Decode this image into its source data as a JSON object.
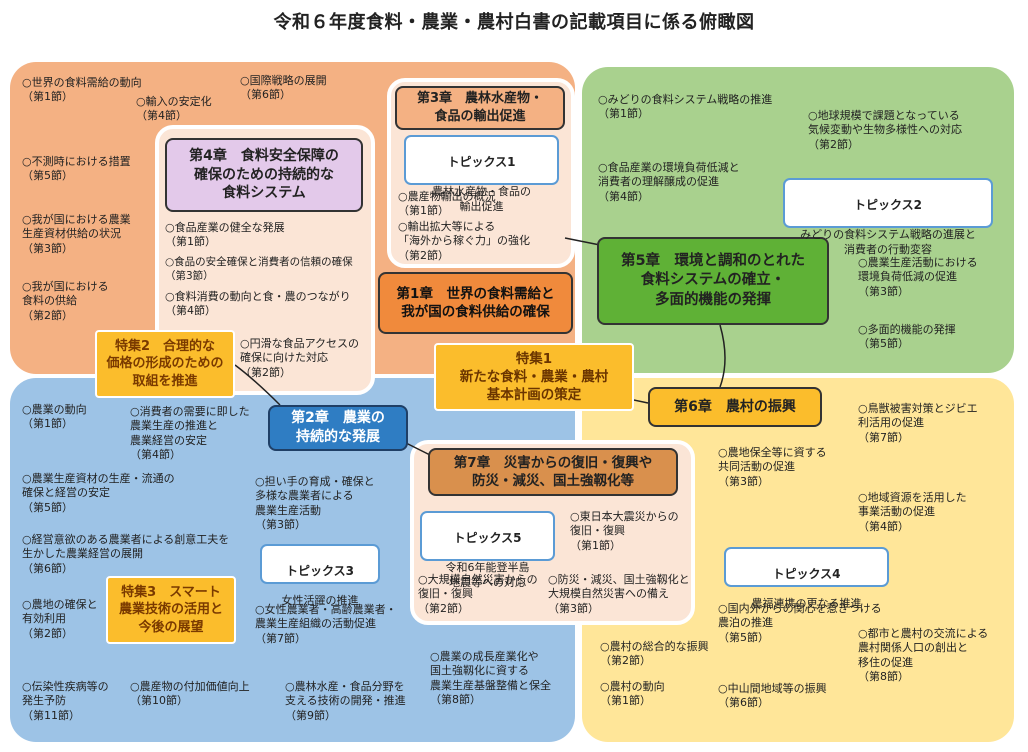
{
  "title": "令和６年度食料・農業・農村白書の記載項目に係る俯瞰図",
  "chapters": {
    "ch1": "第1章　世界の食料需給と\n我が国の食料供給の確保",
    "ch2": "第2章　農業の\n持続的な発展",
    "ch3": "第3章　農林水産物・\n食品の輸出促進",
    "ch4": "第4章　食料安全保障の\n確保のための持続的な\n食料システム",
    "ch5": "第5章　環境と調和のとれた\n食料システムの確立・\n多面的機能の発揮",
    "ch6": "第6章　農村の振興",
    "ch7": "第7章　災害からの復旧・復興や\n防災・減災、国土強靱化等"
  },
  "specials": {
    "sp1": "特集1\n新たな食料・農業・農村\n基本計画の策定",
    "sp2": "特集2　合理的な\n価格の形成のための\n取組を推進",
    "sp3": "特集3　スマート\n農業技術の活用と\n今後の展望"
  },
  "topics": {
    "tp1": {
      "title": "トピックス1",
      "body": "農林水産物・食品の\n輸出促進"
    },
    "tp2": {
      "title": "トピックス2",
      "body": "みどりの食料システム戦略の進展と\n消費者の行動変容"
    },
    "tp3": {
      "title": "トピックス3",
      "body": "女性活躍の推進"
    },
    "tp4": {
      "title": "トピックス4",
      "body": "農福連携の更なる推進"
    },
    "tp5": {
      "title": "トピックス5",
      "body": "令和6年能登半島\n地震等への対応"
    }
  },
  "items": {
    "c1_1": "○世界の食料需給の動向\n（第1節）",
    "c1_2": "○輸入の安定化\n（第4節）",
    "c1_3": "○国際戦略の展開\n（第6節）",
    "c1_4": "○不測時における措置\n（第5節）",
    "c1_5": "○我が国における農業\n生産資材供給の状況\n（第3節）",
    "c1_6": "○我が国における\n食料の供給\n（第2節）",
    "c3_1": "○農産物輸出の概況\n（第1節）",
    "c3_2": "○輸出拡大等による\n「海外から稼ぐ力」の強化\n（第2節）",
    "c4_1": "○食品産業の健全な発展\n（第1節）",
    "c4_2": "○食品の安全確保と消費者の信頼の確保\n（第3節）",
    "c4_3": "○食料消費の動向と食・農のつながり\n（第4節）",
    "c4_4": "○円滑な食品アクセスの\n確保に向けた対応\n（第2節）",
    "c5_1": "○みどりの食料システム戦略の推進\n（第1節）",
    "c5_2": "○地球規模で課題となっている\n気候変動や生物多様性への対応\n（第2節）",
    "c5_3": "○食品産業の環境負荷低減と\n消費者の理解醸成の促進\n（第4節）",
    "c5_4": "○農業生産活動における\n環境負荷低減の促進\n（第3節）",
    "c5_5": "○多面的機能の発揮\n（第5節）",
    "c2_1": "○農業の動向\n（第1節）",
    "c2_2": "○消費者の需要に即した\n農業生産の推進と\n農業経営の安定\n（第4節）",
    "c2_3": "○農業生産資材の生産・流通の\n確保と経営の安定\n（第5節）",
    "c2_4": "○担い手の育成・確保と\n多様な農業者による\n農業生産活動\n（第3節）",
    "c2_5": "○経営意欲のある農業者による創意工夫を\n生かした農業経営の展開\n（第6節）",
    "c2_6": "○農地の確保と\n有効利用\n（第2節）",
    "c2_7": "○女性農業者・高齢農業者・\n農業生産組織の活動促進\n（第7節）",
    "c2_8": "○農業の成長産業化や\n国土強靱化に資する\n農業生産基盤整備と保全\n（第8節）",
    "c2_9": "○伝染性疾病等の\n発生予防\n（第11節）",
    "c2_10": "○農産物の付加価値向上\n（第10節）",
    "c2_11": "○農林水産・食品分野を\n支える技術の開発・推進\n（第9節）",
    "c7_1": "○東日本大震災からの\n復旧・復興\n（第1節）",
    "c7_2": "○大規模自然災害からの\n復旧・復興\n（第2節）",
    "c7_3": "○防災・減災、国土強靱化と\n大規模自然災害への備え\n（第3節）",
    "c6_1": "○鳥獣被害対策とジビエ\n利活用の促進\n（第7節）",
    "c6_2": "○農地保全等に資する\n共同活動の促進\n（第3節）",
    "c6_3": "○地域資源を活用した\n事業活動の促進\n（第4節）",
    "c6_4": "○国内外からの関心を惹きつける\n農泊の推進\n（第5節）",
    "c6_5": "○都市と農村の交流による\n農村関係人口の創出と\n移住の促進\n（第8節）",
    "c6_6": "○農村の総合的な振興\n（第2節）",
    "c6_7": "○農村の動向\n（第1節）",
    "c6_8": "○中山間地域等の振興\n（第6節）"
  }
}
